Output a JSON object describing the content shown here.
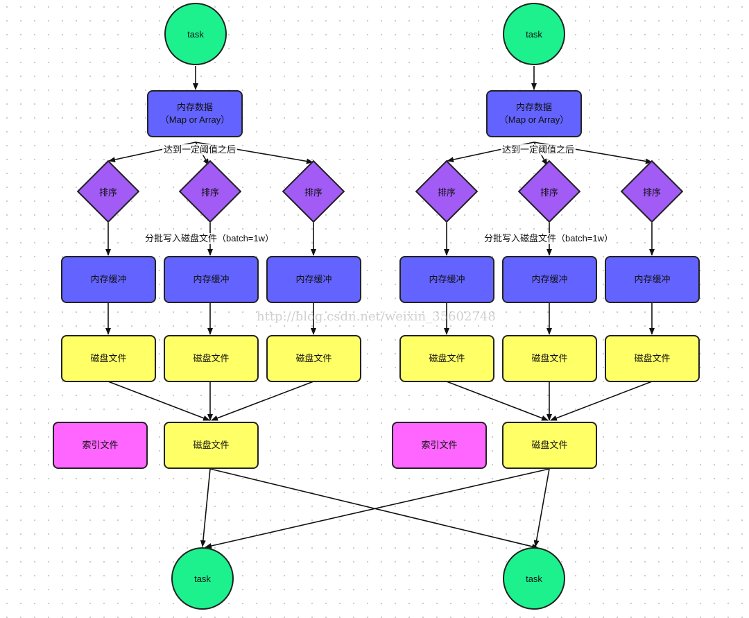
{
  "left": {
    "top_task": "task",
    "memory_data_line1": "内存数据",
    "memory_data_line2": "（Map or Array）",
    "threshold_label": "达到一定阈值之后",
    "sort_labels": [
      "排序",
      "排序",
      "排序"
    ],
    "batch_label": "分批写入磁盘文件（batch=1w）",
    "buffer_labels": [
      "内存缓冲",
      "内存缓冲",
      "内存缓冲"
    ],
    "disk_file_labels": [
      "磁盘文件",
      "磁盘文件",
      "磁盘文件"
    ],
    "index_file": "索引文件",
    "merged_disk_file": "磁盘文件",
    "bottom_task": "task"
  },
  "right": {
    "top_task": "task",
    "memory_data_line1": "内存数据",
    "memory_data_line2": "（Map or Array）",
    "threshold_label": "达到一定阈值之后",
    "sort_labels": [
      "排序",
      "排序",
      "排序"
    ],
    "batch_label": "分批写入磁盘文件（batch=1w）",
    "buffer_labels": [
      "内存缓冲",
      "内存缓冲",
      "内存缓冲"
    ],
    "disk_file_labels": [
      "磁盘文件",
      "磁盘文件",
      "磁盘文件"
    ],
    "index_file": "索引文件",
    "merged_disk_file": "磁盘文件",
    "bottom_task": "task"
  },
  "watermark": "http://blog.csdn.net/weixin_35602748",
  "colors": {
    "task": "#1cf18e",
    "memory": "#6363ff",
    "sort": "#a25cf5",
    "disk": "#ffff66",
    "index": "#ff66ff"
  }
}
